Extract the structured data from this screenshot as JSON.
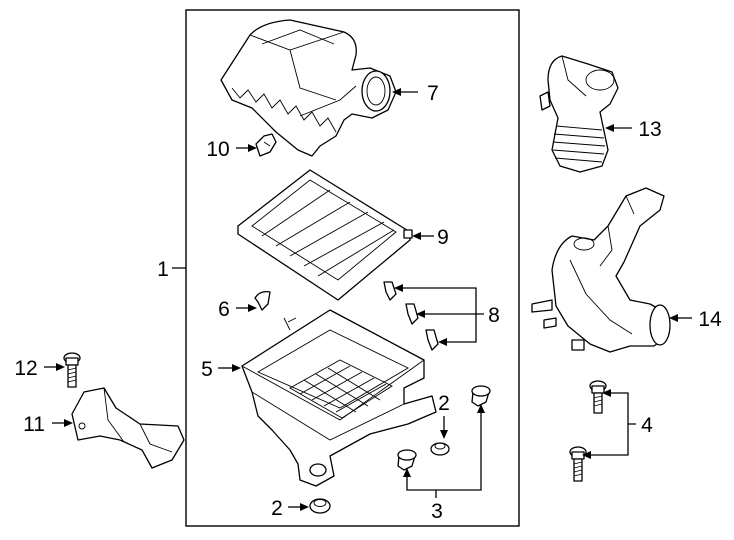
{
  "callouts": {
    "c1": "1",
    "c2a": "2",
    "c2b": "2",
    "c3": "3",
    "c4": "4",
    "c5": "5",
    "c6": "6",
    "c7": "7",
    "c8": "8",
    "c9": "9",
    "c10": "10",
    "c11": "11",
    "c12": "12",
    "c13": "13",
    "c14": "14"
  }
}
